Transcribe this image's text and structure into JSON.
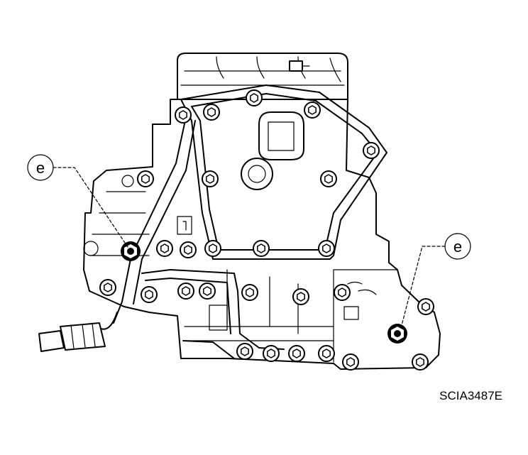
{
  "figure": {
    "callout_label_left": "e",
    "callout_label_right": "e",
    "figure_code": "SCIA3487E"
  }
}
